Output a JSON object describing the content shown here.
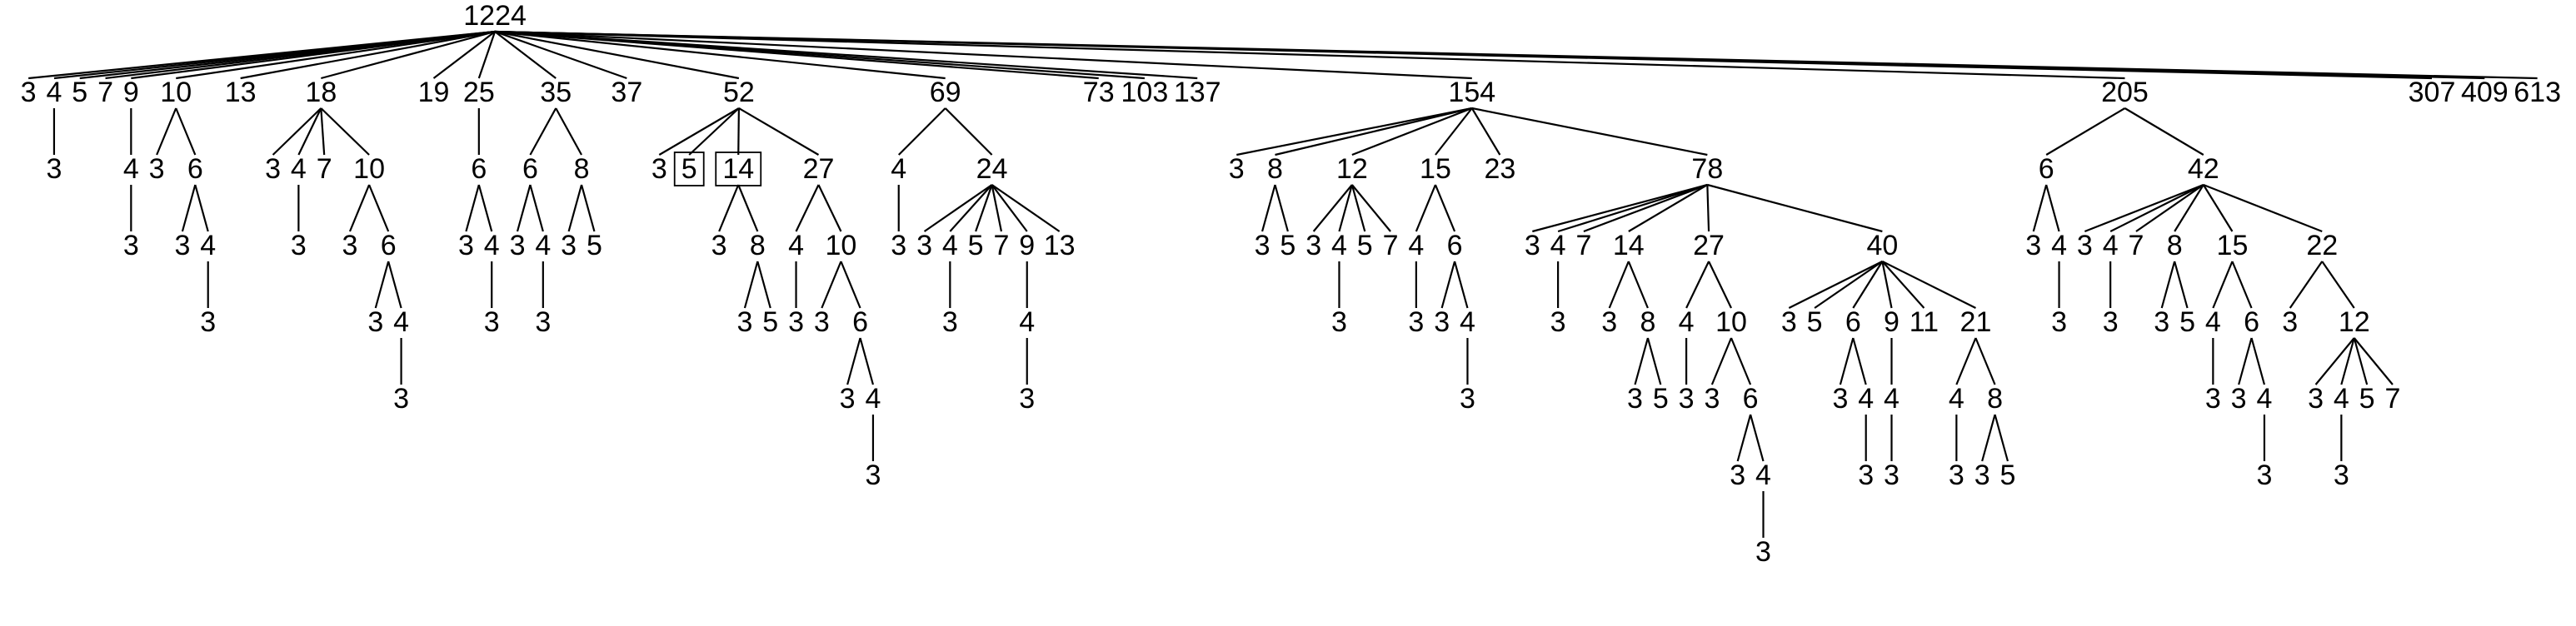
{
  "tree": {
    "label": "1224",
    "children": [
      {
        "label": "3"
      },
      {
        "label": "4",
        "children": [
          {
            "label": "3"
          }
        ]
      },
      {
        "label": "5"
      },
      {
        "label": "7"
      },
      {
        "label": "9",
        "children": [
          {
            "label": "4",
            "children": [
              {
                "label": "3"
              }
            ]
          }
        ]
      },
      {
        "label": "10",
        "children": [
          {
            "label": "3"
          },
          {
            "label": "6",
            "children": [
              {
                "label": "3"
              },
              {
                "label": "4",
                "children": [
                  {
                    "label": "3"
                  }
                ]
              }
            ]
          }
        ]
      },
      {
        "label": "13"
      },
      {
        "label": "18",
        "children": [
          {
            "label": "3"
          },
          {
            "label": "4",
            "children": [
              {
                "label": "3"
              }
            ]
          },
          {
            "label": "7"
          },
          {
            "label": "10",
            "children": [
              {
                "label": "3"
              },
              {
                "label": "6",
                "children": [
                  {
                    "label": "3"
                  },
                  {
                    "label": "4",
                    "children": [
                      {
                        "label": "3"
                      }
                    ]
                  }
                ]
              }
            ]
          }
        ]
      },
      {
        "label": "19"
      },
      {
        "label": "25",
        "children": [
          {
            "label": "6",
            "children": [
              {
                "label": "3"
              },
              {
                "label": "4",
                "children": [
                  {
                    "label": "3"
                  }
                ]
              }
            ]
          }
        ]
      },
      {
        "label": "35",
        "children": [
          {
            "label": "6",
            "children": [
              {
                "label": "3"
              },
              {
                "label": "4",
                "children": [
                  {
                    "label": "3"
                  }
                ]
              }
            ]
          },
          {
            "label": "8",
            "children": [
              {
                "label": "3"
              },
              {
                "label": "5"
              }
            ]
          }
        ]
      },
      {
        "label": "37"
      },
      {
        "label": "52",
        "children": [
          {
            "label": "3"
          },
          {
            "label": "5",
            "boxed": true
          },
          {
            "label": "14",
            "boxed": true,
            "children": [
              {
                "label": "3"
              },
              {
                "label": "8",
                "children": [
                  {
                    "label": "3"
                  },
                  {
                    "label": "5"
                  }
                ]
              }
            ]
          },
          {
            "label": "27",
            "children": [
              {
                "label": "4",
                "children": [
                  {
                    "label": "3"
                  }
                ]
              },
              {
                "label": "10",
                "children": [
                  {
                    "label": "3"
                  },
                  {
                    "label": "6",
                    "children": [
                      {
                        "label": "3"
                      },
                      {
                        "label": "4",
                        "children": [
                          {
                            "label": "3"
                          }
                        ]
                      }
                    ]
                  }
                ]
              }
            ]
          }
        ]
      },
      {
        "label": "69",
        "children": [
          {
            "label": "4",
            "children": [
              {
                "label": "3"
              }
            ]
          },
          {
            "label": "24",
            "children": [
              {
                "label": "3"
              },
              {
                "label": "4",
                "children": [
                  {
                    "label": "3"
                  }
                ]
              },
              {
                "label": "5"
              },
              {
                "label": "7"
              },
              {
                "label": "9",
                "children": [
                  {
                    "label": "4",
                    "children": [
                      {
                        "label": "3"
                      }
                    ]
                  }
                ]
              },
              {
                "label": "13"
              }
            ]
          }
        ]
      },
      {
        "label": "73"
      },
      {
        "label": "103"
      },
      {
        "label": "137"
      },
      {
        "label": "154",
        "children": [
          {
            "label": "3"
          },
          {
            "label": "8",
            "children": [
              {
                "label": "3"
              },
              {
                "label": "5"
              }
            ]
          },
          {
            "label": "12",
            "children": [
              {
                "label": "3"
              },
              {
                "label": "4",
                "children": [
                  {
                    "label": "3"
                  }
                ]
              },
              {
                "label": "5"
              },
              {
                "label": "7"
              }
            ]
          },
          {
            "label": "15",
            "children": [
              {
                "label": "4",
                "children": [
                  {
                    "label": "3"
                  }
                ]
              },
              {
                "label": "6",
                "children": [
                  {
                    "label": "3"
                  },
                  {
                    "label": "4",
                    "children": [
                      {
                        "label": "3"
                      }
                    ]
                  }
                ]
              }
            ]
          },
          {
            "label": "23"
          },
          {
            "label": "78",
            "children": [
              {
                "label": "3"
              },
              {
                "label": "4",
                "children": [
                  {
                    "label": "3"
                  }
                ]
              },
              {
                "label": "7"
              },
              {
                "label": "14",
                "children": [
                  {
                    "label": "3"
                  },
                  {
                    "label": "8",
                    "children": [
                      {
                        "label": "3"
                      },
                      {
                        "label": "5"
                      }
                    ]
                  }
                ]
              },
              {
                "label": "27",
                "children": [
                  {
                    "label": "4",
                    "children": [
                      {
                        "label": "3"
                      }
                    ]
                  },
                  {
                    "label": "10",
                    "children": [
                      {
                        "label": "3"
                      },
                      {
                        "label": "6",
                        "children": [
                          {
                            "label": "3"
                          },
                          {
                            "label": "4",
                            "children": [
                              {
                                "label": "3"
                              }
                            ]
                          }
                        ]
                      }
                    ]
                  }
                ]
              },
              {
                "label": "40",
                "children": [
                  {
                    "label": "3"
                  },
                  {
                    "label": "5"
                  },
                  {
                    "label": "6",
                    "children": [
                      {
                        "label": "3"
                      },
                      {
                        "label": "4",
                        "children": [
                          {
                            "label": "3"
                          }
                        ]
                      }
                    ]
                  },
                  {
                    "label": "9",
                    "children": [
                      {
                        "label": "4",
                        "children": [
                          {
                            "label": "3"
                          }
                        ]
                      }
                    ]
                  },
                  {
                    "label": "11"
                  },
                  {
                    "label": "21",
                    "children": [
                      {
                        "label": "4",
                        "children": [
                          {
                            "label": "3"
                          }
                        ]
                      },
                      {
                        "label": "8",
                        "children": [
                          {
                            "label": "3"
                          },
                          {
                            "label": "5"
                          }
                        ]
                      }
                    ]
                  }
                ]
              }
            ]
          }
        ]
      },
      {
        "label": "205",
        "children": [
          {
            "label": "6",
            "children": [
              {
                "label": "3"
              },
              {
                "label": "4",
                "children": [
                  {
                    "label": "3"
                  }
                ]
              }
            ]
          },
          {
            "label": "42",
            "children": [
              {
                "label": "3"
              },
              {
                "label": "4",
                "children": [
                  {
                    "label": "3"
                  }
                ]
              },
              {
                "label": "7"
              },
              {
                "label": "8",
                "children": [
                  {
                    "label": "3"
                  },
                  {
                    "label": "5"
                  }
                ]
              },
              {
                "label": "15",
                "children": [
                  {
                    "label": "4",
                    "children": [
                      {
                        "label": "3"
                      }
                    ]
                  },
                  {
                    "label": "6",
                    "children": [
                      {
                        "label": "3"
                      },
                      {
                        "label": "4",
                        "children": [
                          {
                            "label": "3"
                          }
                        ]
                      }
                    ]
                  }
                ]
              },
              {
                "label": "22",
                "children": [
                  {
                    "label": "3"
                  },
                  {
                    "label": "12",
                    "children": [
                      {
                        "label": "3"
                      },
                      {
                        "label": "4",
                        "children": [
                          {
                            "label": "3"
                          }
                        ]
                      },
                      {
                        "label": "5"
                      },
                      {
                        "label": "7"
                      }
                    ]
                  }
                ]
              }
            ]
          }
        ]
      },
      {
        "label": "307"
      },
      {
        "label": "409"
      },
      {
        "label": "613"
      }
    ]
  }
}
